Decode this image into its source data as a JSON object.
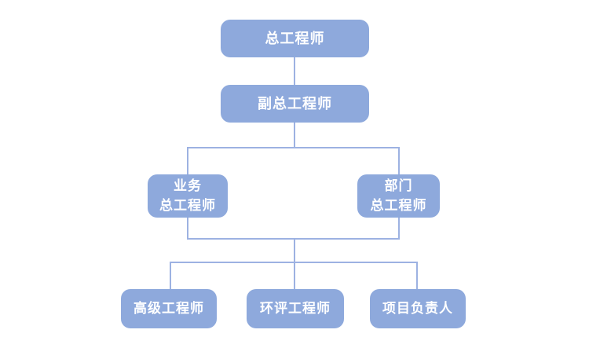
{
  "diagram": {
    "type": "org-chart",
    "colors": {
      "node_fill": "#8EA9DC",
      "node_text": "#FFFFFF",
      "connector": "#9DB2E2",
      "background": "#FFFFFF"
    },
    "nodes": [
      {
        "id": "chief-engineer",
        "label": "总工程师"
      },
      {
        "id": "deputy-chief-engineer",
        "label": "副总工程师"
      },
      {
        "id": "business-chief-engineer",
        "label": "业务\n总工程师"
      },
      {
        "id": "department-chief-engineer",
        "label": "部门\n总工程师"
      },
      {
        "id": "senior-engineer",
        "label": "高级工程师"
      },
      {
        "id": "eia-engineer",
        "label": "环评工程师"
      },
      {
        "id": "project-leader",
        "label": "项目负责人"
      }
    ],
    "edges": [
      {
        "from": "chief-engineer",
        "to": "deputy-chief-engineer"
      },
      {
        "from": "deputy-chief-engineer",
        "to": "business-chief-engineer"
      },
      {
        "from": "deputy-chief-engineer",
        "to": "department-chief-engineer"
      },
      {
        "from": "business-chief-engineer",
        "to": "senior-engineer"
      },
      {
        "from": "business-chief-engineer",
        "to": "eia-engineer"
      },
      {
        "from": "business-chief-engineer",
        "to": "project-leader"
      },
      {
        "from": "department-chief-engineer",
        "to": "senior-engineer"
      },
      {
        "from": "department-chief-engineer",
        "to": "eia-engineer"
      },
      {
        "from": "department-chief-engineer",
        "to": "project-leader"
      }
    ]
  }
}
